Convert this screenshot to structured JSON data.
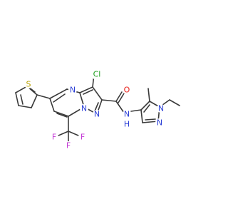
{
  "molecule": {
    "atoms": {
      "cl": {
        "text": "Cl",
        "color": "#1fa01f"
      },
      "o": {
        "text": "O",
        "color": "#e8201a"
      },
      "n_pyrimidine": {
        "text": "N",
        "color": "#2b3fd6"
      },
      "n_bridge": {
        "text": "N",
        "color": "#2b3fd6"
      },
      "n_pyrazole": {
        "text": "N",
        "color": "#2b3fd6"
      },
      "nh": {
        "text": "N",
        "color": "#2b3fd6"
      },
      "h": {
        "text": "H",
        "color": "#2b3fd6"
      },
      "n_ethyl": {
        "text": "N",
        "color": "#2b3fd6"
      },
      "n_ring2": {
        "text": "N",
        "color": "#2b3fd6"
      },
      "s": {
        "text": "S",
        "color": "#b8a000"
      },
      "f_top": {
        "text": "F",
        "color": "#c43bd6"
      },
      "f_left": {
        "text": "F",
        "color": "#c43bd6"
      },
      "f_right": {
        "text": "F",
        "color": "#c43bd6"
      }
    },
    "bond_color": "#3a3a3a"
  }
}
